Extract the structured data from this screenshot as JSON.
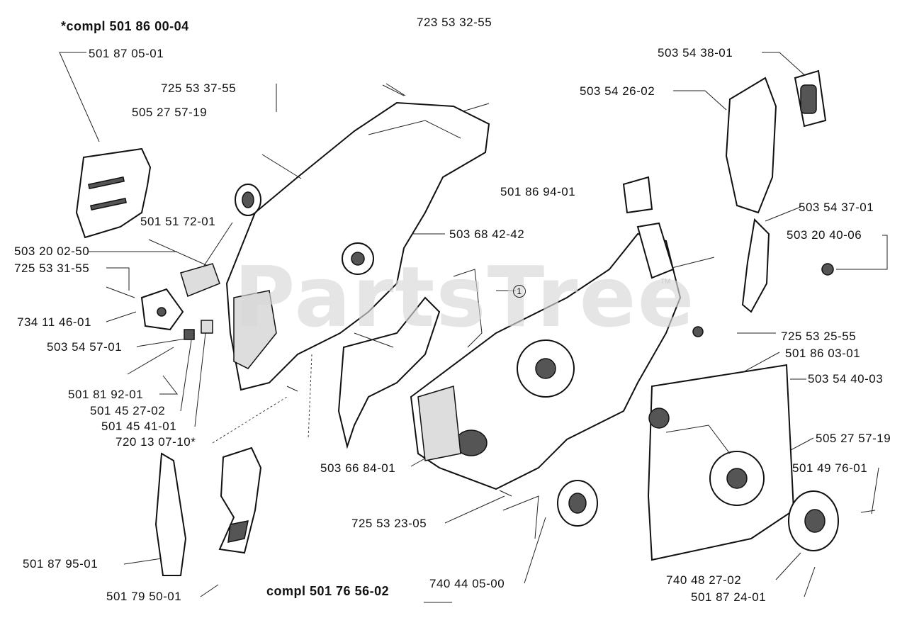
{
  "watermark": "PartsTree",
  "watermark_tm": "TM",
  "callout_1": "1",
  "kit_labels": {
    "top_left": "*compl 501 86 00-04",
    "bottom_middle": "compl 501 76 56-02"
  },
  "part_labels": {
    "p_723533255": "723 53 32-55",
    "p_501870501": "501 87 05-01",
    "p_725533755": "725 53 37-55",
    "p_505275719a": "505 27 57-19",
    "p_501517201": "501 51 72-01",
    "p_503200250": "503 20 02-50",
    "p_725533155": "725 53 31-55",
    "p_734114601": "734 11 46-01",
    "p_503545701": "503 54 57-01",
    "p_501819201": "501 81 92-01",
    "p_501452702": "501 45 27-02",
    "p_501454101": "501 45 41-01",
    "p_720130710": "720 13 07-10*",
    "p_501879501": "501 87 95-01",
    "p_501795001": "501 79 50-01",
    "p_503684242": "503 68 42-42",
    "p_503668401": "503 66 84-01",
    "p_725532305": "725 53 23-05",
    "p_740440500": "740 44 05-00",
    "p_503543801": "503 54 38-01",
    "p_503542602": "503 54 26-02",
    "p_501869401": "501 86 94-01",
    "p_503543701": "503 54 37-01",
    "p_503204006": "503 20 40-06",
    "p_725532555": "725 53 25-55",
    "p_501860301": "501 86 03-01",
    "p_503544003": "503 54 40-03",
    "p_505275719b": "505 27 57-19",
    "p_501497601": "501 49 76-01",
    "p_740482702": "740 48 27-02",
    "p_501872401": "501 87 24-01"
  }
}
